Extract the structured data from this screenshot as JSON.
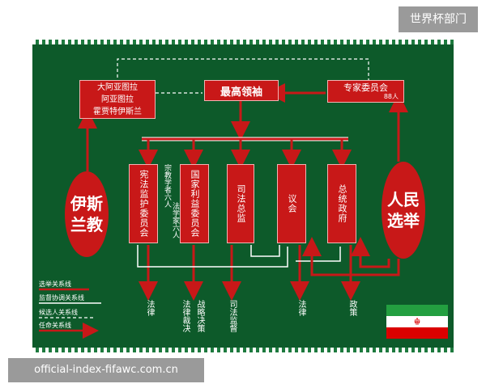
{
  "watermark": "世界杯部门",
  "url": "official-index-fifawc.com.cn",
  "top_boxes": {
    "ayatollah": [
      "大阿亚图拉",
      "阿亚图拉",
      "霍贾特伊斯兰"
    ],
    "leader": "最高领袖",
    "experts": "专家委员会",
    "experts_count": "88人"
  },
  "ovals": {
    "left": "伊斯兰教",
    "right": "人民选举"
  },
  "institutions": {
    "guardian": "宪法监护委员会",
    "expediency": "国家利益委员会",
    "judiciary": "司法总监",
    "parliament": "议会",
    "president": "总统政府"
  },
  "guardian_note": "宗教学者六人",
  "guardian_note2": "法学家六人",
  "outputs": {
    "law1": "法律",
    "law_ruling": "法律裁决",
    "strategy": "战略决策",
    "judicial_supervision": "司法监督",
    "law2": "法律",
    "policy": "政策"
  },
  "legend": [
    "选举关系线",
    "监督协调关系线",
    "候选人关系线",
    "任命关系线"
  ],
  "colors": {
    "board": "#0d5a2a",
    "box": "#c81818",
    "line": "#c81818",
    "dashed": "#ffffff"
  }
}
